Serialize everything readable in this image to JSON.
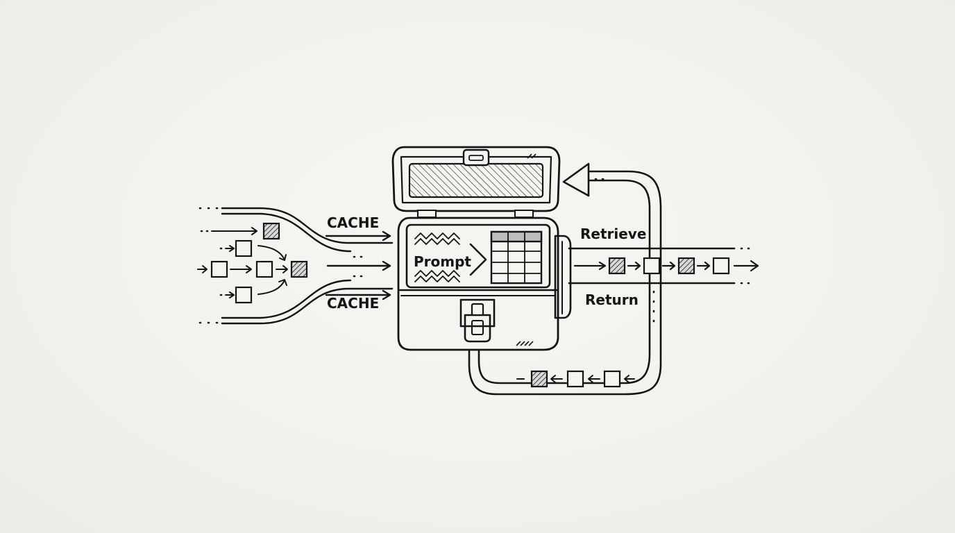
{
  "labels": {
    "cache_top": "CACHE",
    "cache_bottom": "CACHE",
    "prompt": "Prompt",
    "retrieve": "Retrieve",
    "return": "Return"
  },
  "colors": {
    "ink": "#141414",
    "paper": "#f3f2ee",
    "hatch_fill": "#bdbdbd"
  },
  "icons": {
    "container": "toolbox-icon",
    "data_table": "table-icon",
    "token_block": "square-icon",
    "cached_block": "hatched-square-icon"
  }
}
